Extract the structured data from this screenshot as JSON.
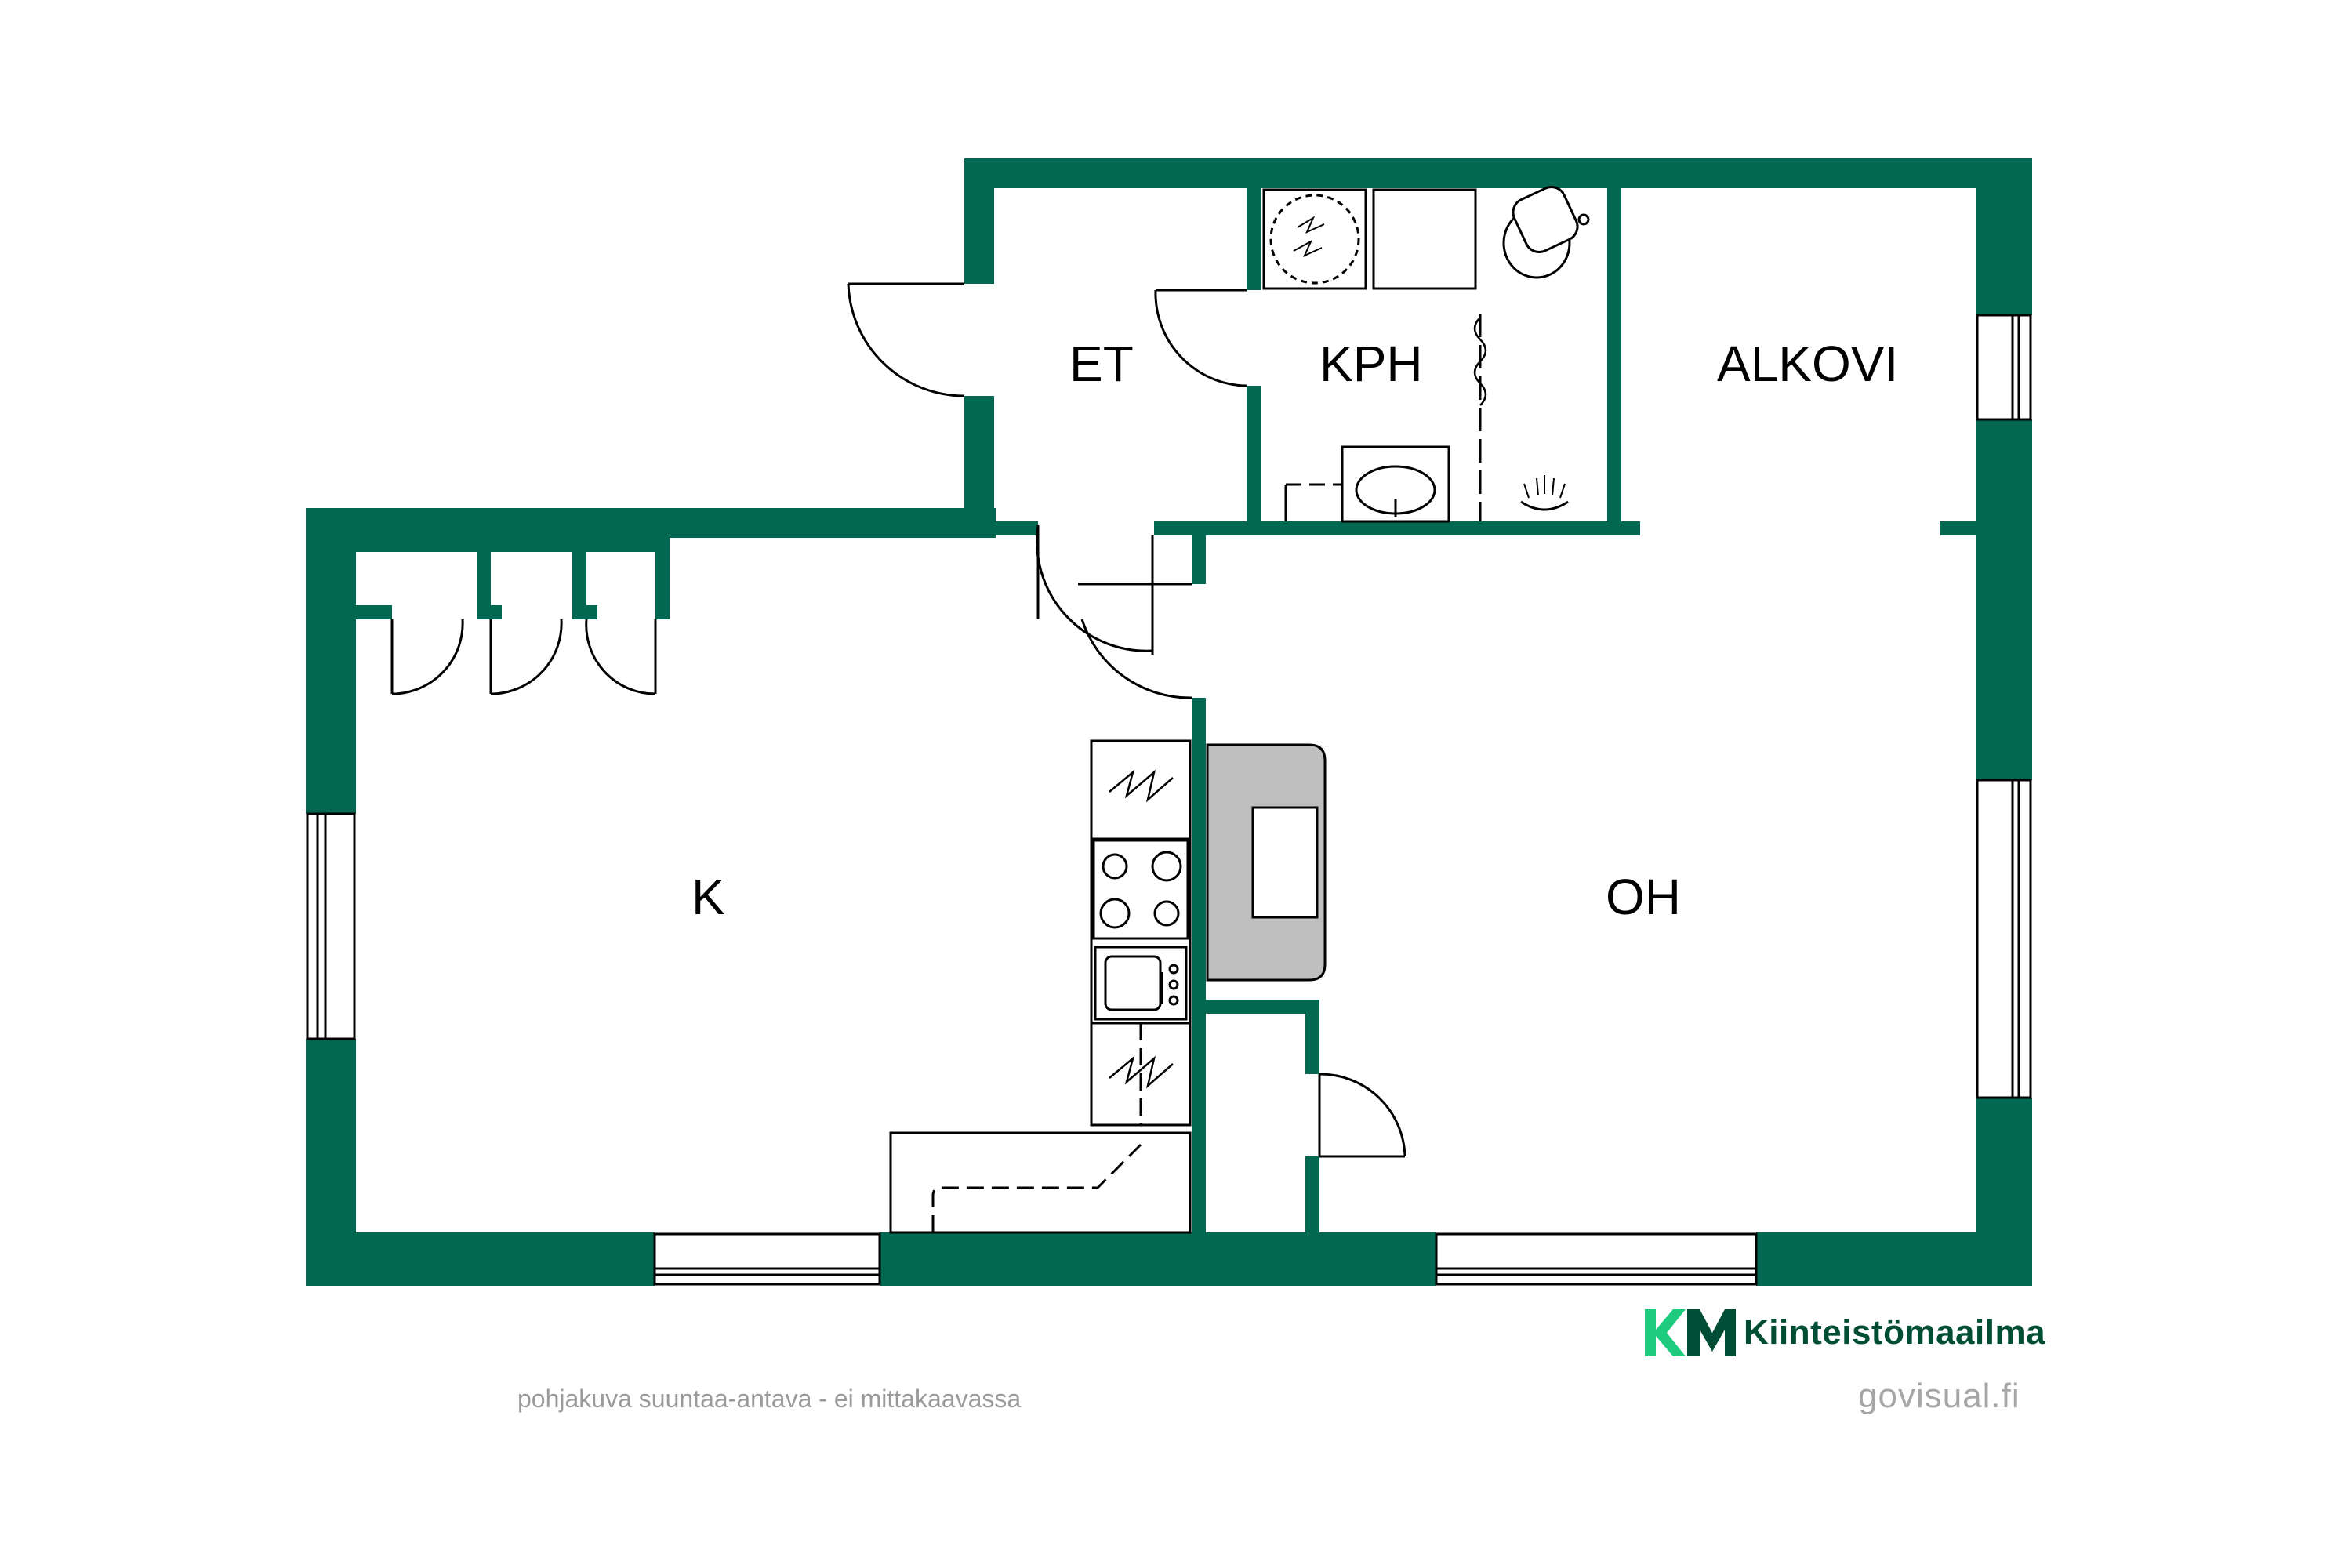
{
  "colors": {
    "wall": "#036851",
    "fixture": "#000000",
    "counter_fill": "#bfbfbf",
    "brand_dark": "#004d35",
    "brand_light": "#1dcb7e",
    "footer_text": "#9a9a9a"
  },
  "rooms": [
    {
      "id": "et",
      "label": "ET"
    },
    {
      "id": "kph",
      "label": "KPH"
    },
    {
      "id": "alkovi",
      "label": "ALKOVI"
    },
    {
      "id": "k",
      "label": "K"
    },
    {
      "id": "oh",
      "label": "OH"
    }
  ],
  "fixtures": [
    "washing-machine-icon",
    "dryer-icon",
    "toilet-icon",
    "shower-icon",
    "sink-icon",
    "shower-drain-icon",
    "stove-icon",
    "kitchen-sink-icon",
    "fridge-icon",
    "fireplace-icon",
    "wardrobe-icon",
    "window-icon",
    "door-icon"
  ],
  "brand": {
    "logo_text": "KM",
    "name": "Kiinteistömaailma"
  },
  "footer": {
    "disclaimer": "pohjakuva suuntaa-antava - ei mittakaavassa",
    "credit": "govisual.fi"
  }
}
